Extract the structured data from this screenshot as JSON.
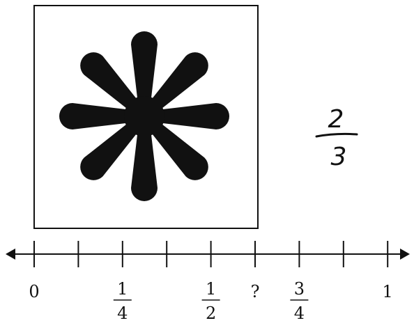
{
  "colors": {
    "ink": "#111111",
    "background": "#ffffff"
  },
  "picture": {
    "icon": "flower-icon",
    "petal_count": 8
  },
  "handwritten_fraction": {
    "numerator": "2",
    "denominator": "3"
  },
  "number_line": {
    "tick_count": 9,
    "labels": [
      {
        "tick": 0,
        "text": "0"
      },
      {
        "tick": 2,
        "numerator": "1",
        "denominator": "4"
      },
      {
        "tick": 4,
        "numerator": "1",
        "denominator": "2"
      },
      {
        "tick": 5,
        "text": "?"
      },
      {
        "tick": 6,
        "numerator": "3",
        "denominator": "4"
      },
      {
        "tick": 8,
        "text": "1"
      }
    ]
  }
}
